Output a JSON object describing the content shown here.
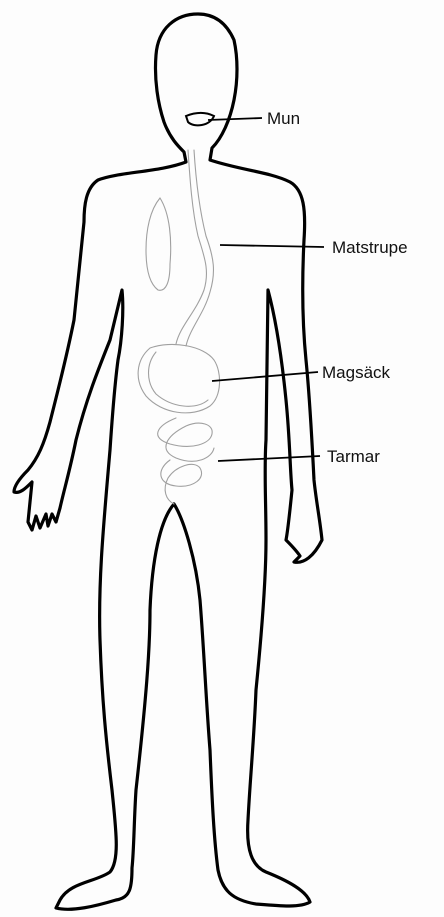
{
  "labels": {
    "mouth": "Mun",
    "esophagus": "Matstrupe",
    "stomach": "Magsäck",
    "intestines": "Tarmar"
  },
  "colors": {
    "outline": "#000000",
    "organ": "#9a9a9a",
    "background": "#fdfdfd"
  }
}
